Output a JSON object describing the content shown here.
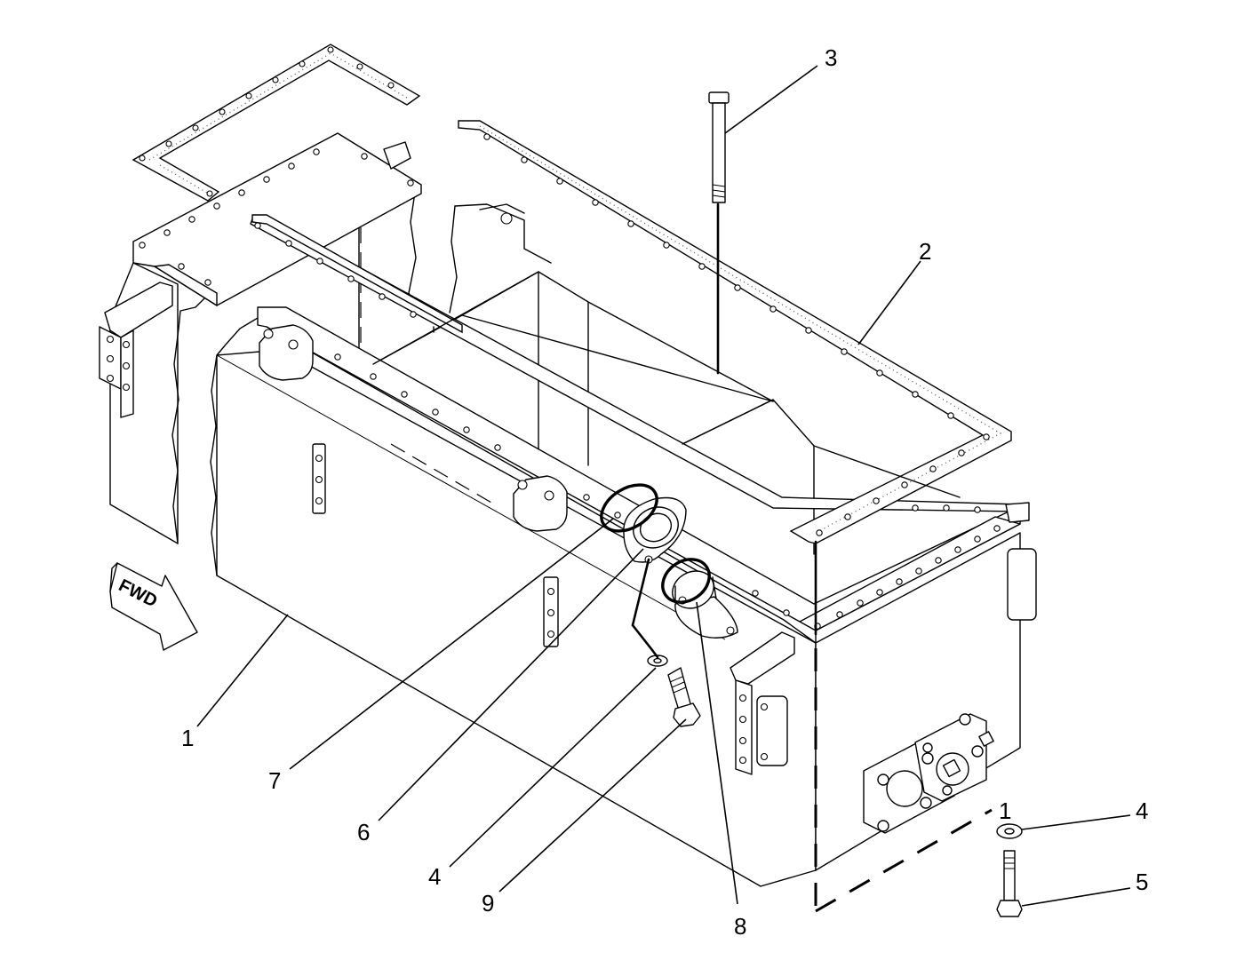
{
  "direction_arrow": {
    "label": "FWD"
  },
  "section_marker": {
    "label": "1"
  },
  "callouts": [
    {
      "id": "c1",
      "label": "1",
      "part": "tank"
    },
    {
      "id": "c2",
      "label": "2",
      "part": "gasket"
    },
    {
      "id": "c3",
      "label": "3",
      "part": "bolt"
    },
    {
      "id": "c4a",
      "label": "4",
      "part": "washer"
    },
    {
      "id": "c4b",
      "label": "4",
      "part": "washer"
    },
    {
      "id": "c5",
      "label": "5",
      "part": "bolt"
    },
    {
      "id": "c6",
      "label": "6",
      "part": "flange"
    },
    {
      "id": "c7",
      "label": "7",
      "part": "o-ring"
    },
    {
      "id": "c8",
      "label": "8",
      "part": "o-ring"
    },
    {
      "id": "c9",
      "label": "9",
      "part": "bolt"
    }
  ]
}
